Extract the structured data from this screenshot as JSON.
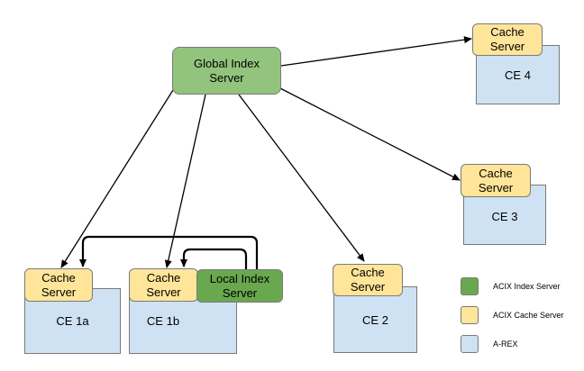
{
  "global_index": {
    "line1": "Global Index",
    "line2": "Server"
  },
  "local_index": {
    "line1": "Local Index",
    "line2": "Server"
  },
  "cache_label": {
    "line1": "Cache",
    "line2": "Server"
  },
  "nodes": {
    "ce4": "CE 4",
    "ce3": "CE 3",
    "ce2": "CE 2",
    "ce1a": "CE 1a",
    "ce1b": "CE 1b"
  },
  "legend": [
    {
      "label": "ACIX Index Server",
      "color": "#6aa84f"
    },
    {
      "label": "ACIX Cache Server",
      "color": "#ffe599"
    },
    {
      "label": "A-REX",
      "color": "#cfe2f3"
    }
  ]
}
